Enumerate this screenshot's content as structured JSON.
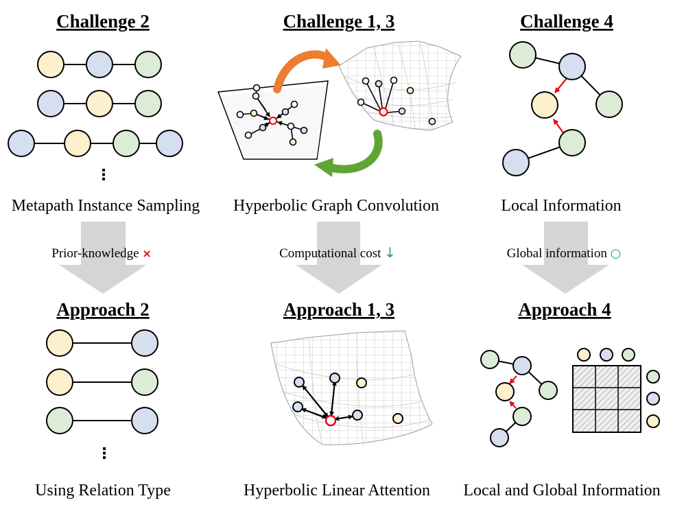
{
  "colors": {
    "yellow": "#fdf0cd",
    "blue": "#d5dff0",
    "green": "#dcecd6",
    "stroke": "#000000",
    "center": "#e8000b",
    "red_arrow": "#e8000b",
    "gray_arrow": "#d5d5d5",
    "orange_arrow": "#ec7d31",
    "green_arrow": "#5fa536",
    "mark_red": "#e8000b",
    "mark_green": "#16a85a"
  },
  "columns": [
    {
      "challenge": {
        "title": "Challenge 2",
        "caption": "Metapath Instance Sampling"
      },
      "transition": {
        "label": "Prior-knowledge",
        "mark": "×"
      },
      "approach": {
        "title": "Approach 2",
        "caption": "Using Relation Type"
      },
      "challenge_icon": "metapath-chains",
      "approach_icon": "relation-pairs"
    },
    {
      "challenge": {
        "title": "Challenge 1, 3",
        "caption": "Hyperbolic Graph Convolution"
      },
      "transition": {
        "label": "Computational cost",
        "mark": "↓"
      },
      "approach": {
        "title": "Approach 1, 3",
        "caption": "Hyperbolic Linear Attention"
      },
      "challenge_icon": "tangent-plane-to-hyperbolic-surface",
      "approach_icon": "hyperbolic-surface-attention"
    },
    {
      "challenge": {
        "title": "Challenge 4",
        "caption": "Local Information"
      },
      "transition": {
        "label": "Global information",
        "mark": "○"
      },
      "approach": {
        "title": "Approach 4",
        "caption": "Local and Global Information"
      },
      "challenge_icon": "local-graph",
      "approach_icon": "graph-and-attention-matrix"
    }
  ],
  "ellipsis": "⋮"
}
